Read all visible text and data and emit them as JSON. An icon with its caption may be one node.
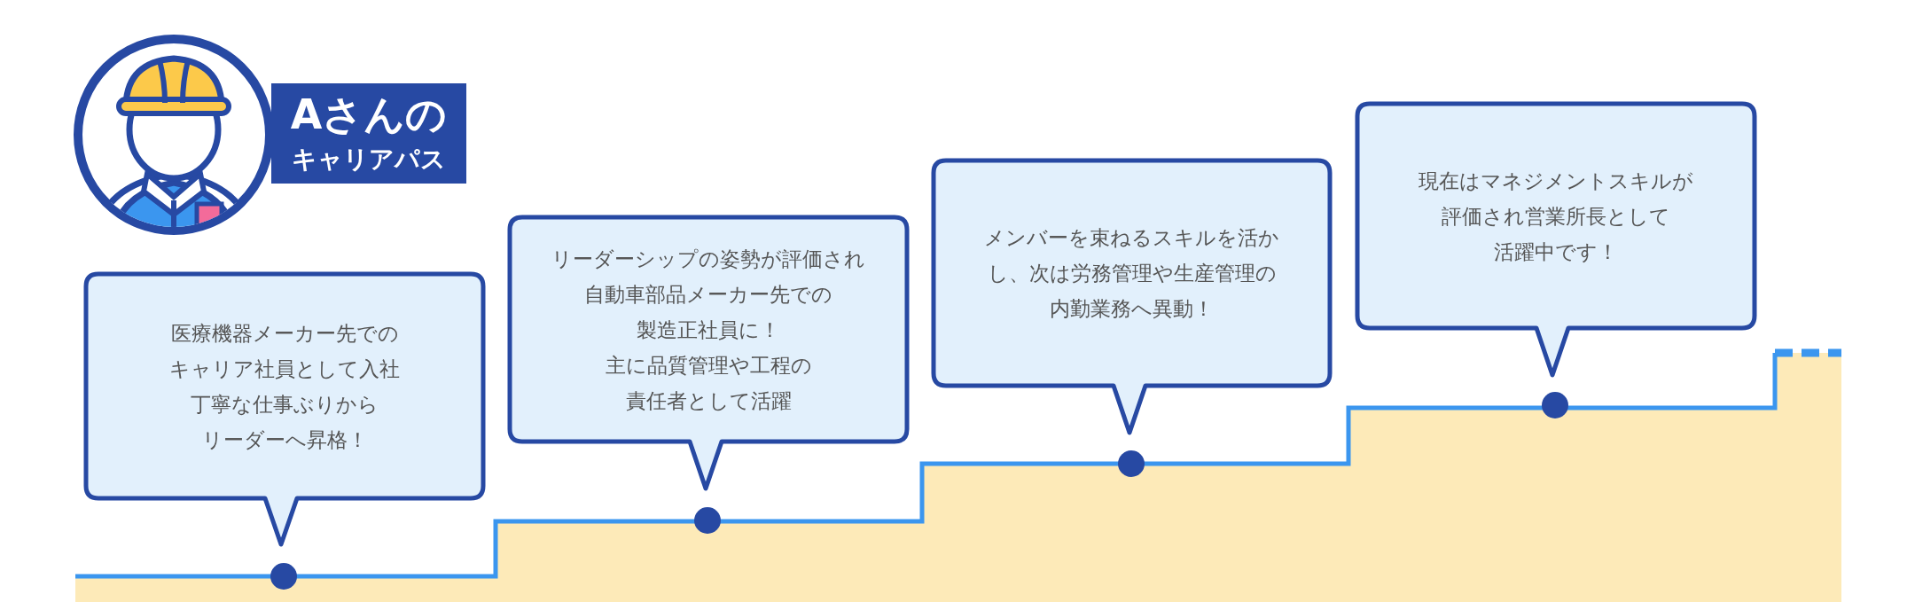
{
  "diagram": {
    "title": "Aさんのキャリアパス",
    "nodes": [
      {
        "text": [
          "医療機器メーカー先でのキャリア社員として入社丁寧な仕事ぶりからリーダーへ昇格！"
        ]
      },
      {
        "text": [
          "リーダーシップの姿勢が評価され自動車部品メーカー先での製造正社員に！主に品質管理や工程の責任者として活躍"
        ]
      },
      {
        "text": [
          "メンバーを束ねるスキルを活かし、次は労務管理や生産管理の内勤業務へ異動！"
        ]
      },
      {
        "text": [
          "現在はマネジメントスキルが評価され営業所長として活躍中です！"
        ]
      }
    ]
  }
}
